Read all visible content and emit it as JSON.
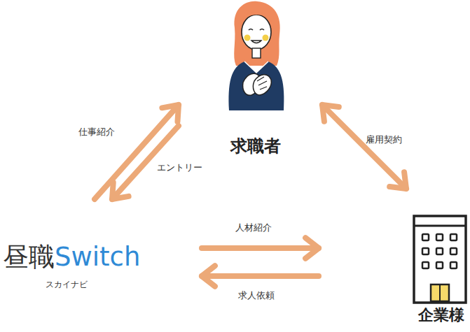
{
  "diagram": {
    "nodes": [
      {
        "text": [
          "求職者"
        ]
      },
      {
        "text": [
          "昼職Switch",
          "スカイナビ"
        ]
      },
      {
        "text": [
          "企業様"
        ]
      }
    ],
    "edges": [
      {
        "from": 1,
        "to": 0,
        "label": "仕事紹介",
        "arrow": "to"
      },
      {
        "from": 0,
        "to": 1,
        "label": "エントリー",
        "arrow": "to"
      },
      {
        "from": 0,
        "to": 2,
        "label": "雇用契約",
        "arrow": "both"
      },
      {
        "from": 1,
        "to": 2,
        "label": "人材紹介",
        "arrow": "to"
      },
      {
        "from": 2,
        "to": 1,
        "label": "求人依頼",
        "arrow": "to"
      }
    ]
  }
}
